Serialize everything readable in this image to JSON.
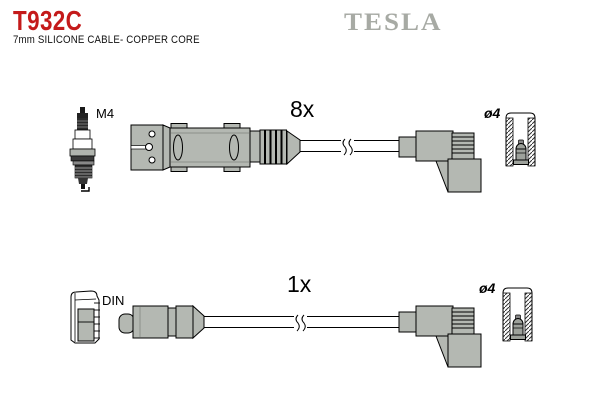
{
  "header": {
    "part_number": "T932C",
    "subtitle": "7mm SILICONE CABLE- COPPER CORE",
    "brand": "TESLA"
  },
  "colors": {
    "part_number_red": "#c41a1a",
    "brand_gray": "#a7aaa4",
    "drawing_fill": "#b4b8b2",
    "outline": "#000000"
  },
  "diagram": {
    "rows": [
      {
        "name": "spark-plug-cable",
        "quantity": "8x",
        "plug_thread_label": "M4",
        "terminal_diameter_label": "ø4",
        "icons": [
          "spark-plug-icon",
          "distributor-connector-icon",
          "cable-break-icon",
          "angled-boot-icon",
          "terminal-cap-icon"
        ]
      },
      {
        "name": "coil-cable",
        "quantity": "1x",
        "connector_label": "DIN",
        "terminal_diameter_label": "ø4",
        "icons": [
          "din-connector-icon",
          "coil-connector-icon",
          "cable-break-icon",
          "angled-boot-icon",
          "terminal-cap-icon"
        ]
      }
    ]
  }
}
